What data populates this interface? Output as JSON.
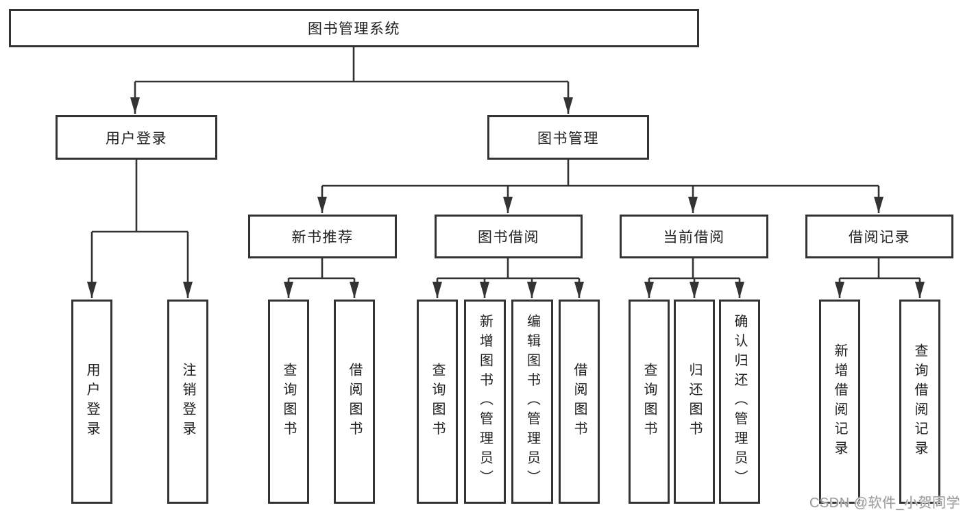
{
  "diagram": {
    "title": "图书管理系统",
    "level1": {
      "user_login": "用户登录",
      "book_management": "图书管理"
    },
    "level2": {
      "new_book_recommend": "新书推荐",
      "book_borrow": "图书借阅",
      "current_borrow": "当前借阅",
      "borrow_record": "借阅记录"
    },
    "leaves": {
      "user_login": "用户登录",
      "logout": "注销登录",
      "nb_query": "查询图书",
      "nb_borrow": "借阅图书",
      "bb_query": "查询图书",
      "bb_add": "新增图书（管理员）",
      "bb_edit": "编辑图书（管理员）",
      "bb_borrow": "借阅图书",
      "cb_query": "查询图书",
      "cb_return": "归还图书",
      "cb_confirm": "确认归还（管理员）",
      "br_add": "新增借阅记录",
      "br_query": "查询借阅记录"
    }
  },
  "watermark": "CSDN @软件_小贺同学",
  "colors": {
    "line": "#333333",
    "box_border": "#333333",
    "text": "#222222",
    "watermark": "#9b9b9b",
    "background": "#ffffff"
  }
}
